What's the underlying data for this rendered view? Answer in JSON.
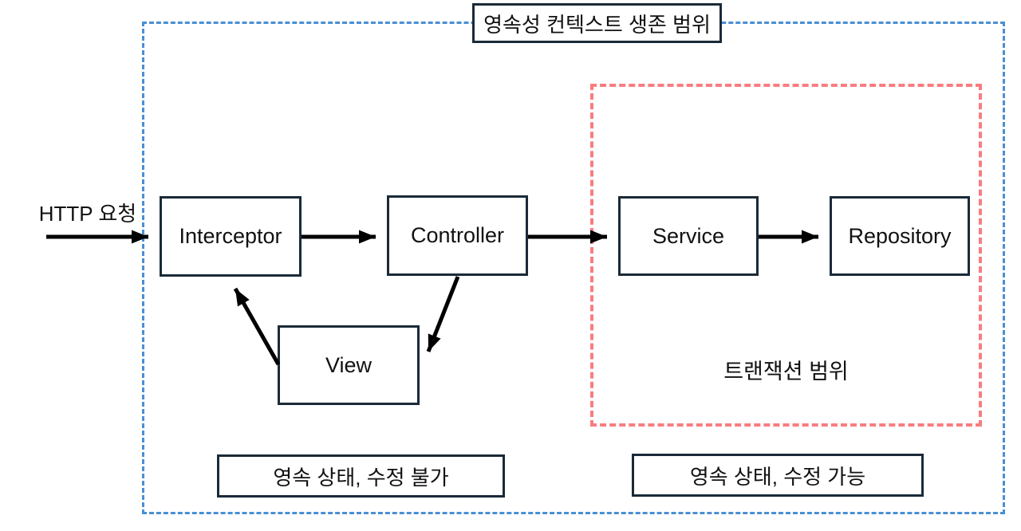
{
  "diagram": {
    "persistence_scope": {
      "title": "영속성 컨텍스트 생존 범위"
    },
    "transaction_scope": {
      "label": "트랜잭션 범위"
    },
    "http_request": {
      "label": "HTTP 요청"
    },
    "nodes": {
      "interceptor": {
        "label": "Interceptor"
      },
      "controller": {
        "label": "Controller"
      },
      "service": {
        "label": "Service"
      },
      "repository": {
        "label": "Repository"
      },
      "view": {
        "label": "View"
      }
    },
    "state_labels": {
      "immutable": "영속 상태, 수정 불가",
      "mutable": "영속 상태, 수정 가능"
    },
    "arrows": [
      "http-request-to-interceptor",
      "interceptor-to-controller",
      "controller-to-service",
      "service-to-repository",
      "controller-to-view",
      "view-to-interceptor"
    ],
    "colors": {
      "persistence_scope_border": "#4a8fd3",
      "transaction_scope_border": "#f87d80",
      "node_border": "#1a2a38",
      "arrow": "#000000"
    }
  }
}
